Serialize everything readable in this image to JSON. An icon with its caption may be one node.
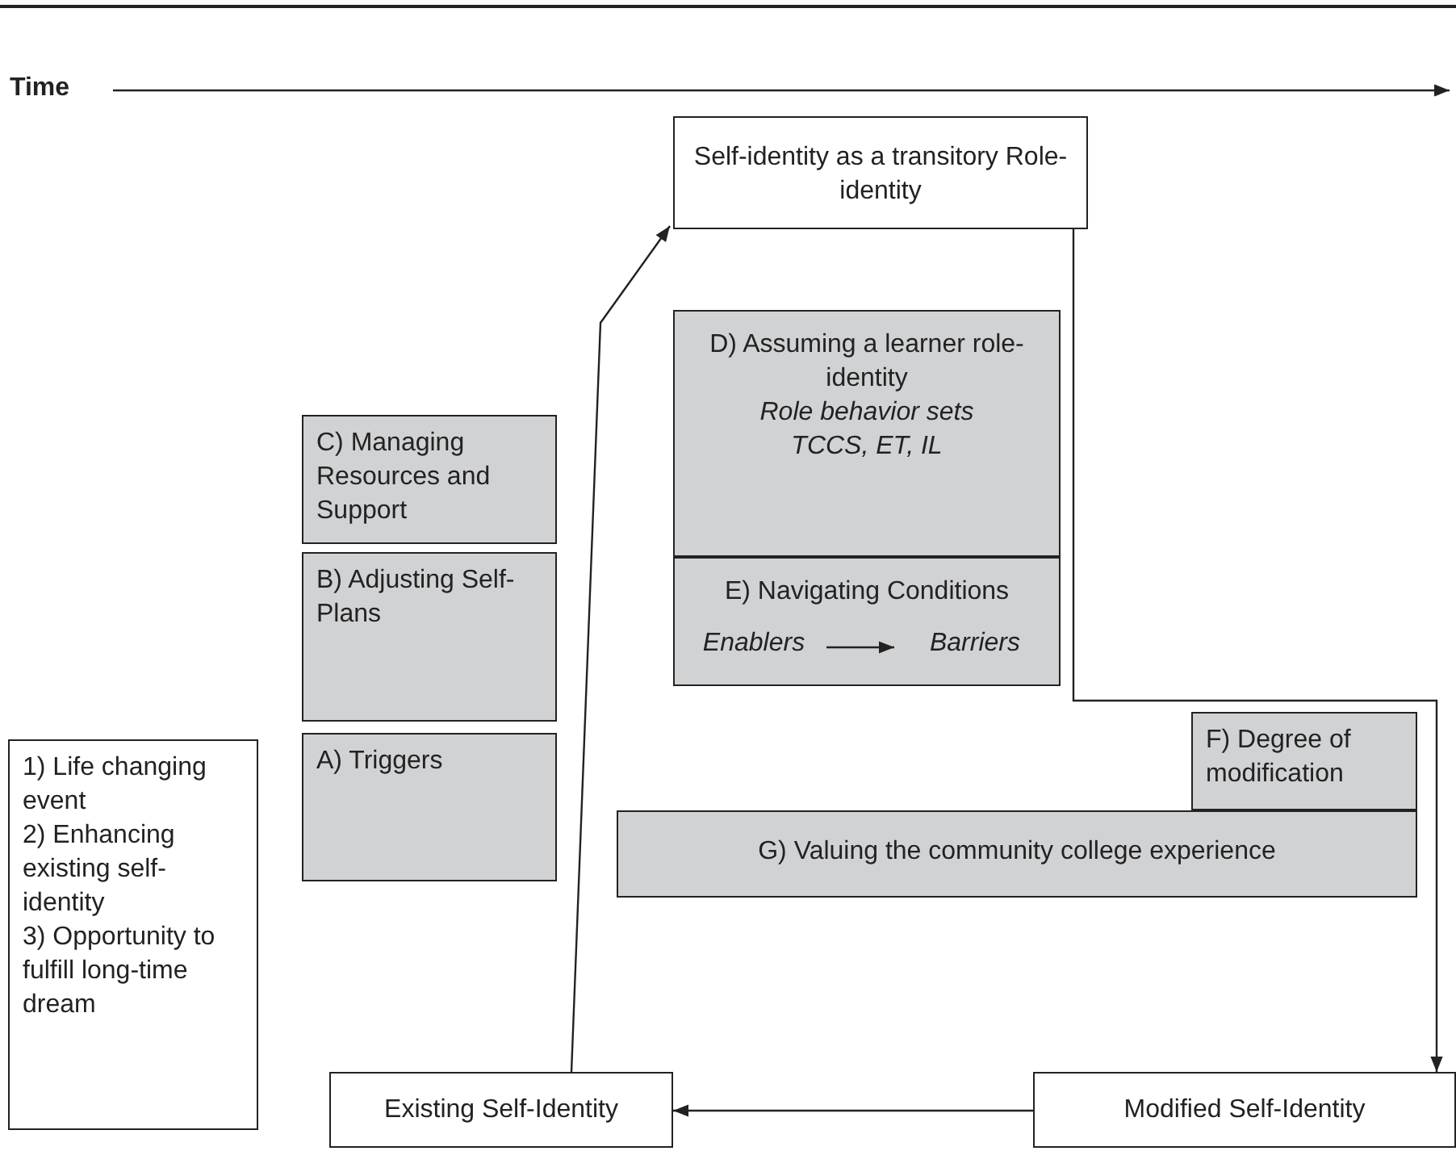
{
  "diagram": {
    "nodes": [
      {
        "text": [
          "Self-identity as a transitory Role-identity"
        ]
      },
      {
        "text": [
          "D) Assuming a learner role-identity",
          "Role behavior sets",
          "TCCS, ET, IL"
        ]
      },
      {
        "text": [
          "E) Navigating Conditions"
        ]
      },
      {
        "text": [
          "Enablers"
        ],
        "in": 2
      },
      {
        "text": [
          "Barriers"
        ],
        "in": 2
      },
      {
        "text": [
          "C) Managing Resources and Support"
        ]
      },
      {
        "text": [
          "B) Adjusting Self-Plans"
        ]
      },
      {
        "text": [
          "A) Triggers"
        ]
      },
      {
        "text": [
          "1) Life changing event",
          "2) Enhancing existing self-identity",
          "3) Opportunity to fulfill long-time dream"
        ]
      },
      {
        "text": [
          "F) Degree of modification"
        ]
      },
      {
        "text": [
          "G) Valuing the community college experience"
        ]
      },
      {
        "text": [
          "Existing Self-Identity"
        ]
      },
      {
        "text": [
          "Modified Self-Identity"
        ]
      }
    ],
    "edges": [
      {
        "from": 11,
        "to": 0,
        "arrow": "to"
      },
      {
        "from": 0,
        "to": 12,
        "arrow": "to"
      },
      {
        "from": 12,
        "to": 11,
        "arrow": "to"
      },
      {
        "from": 3,
        "to": 4,
        "arrow": "to"
      }
    ],
    "labels": [
      "Time"
    ]
  }
}
